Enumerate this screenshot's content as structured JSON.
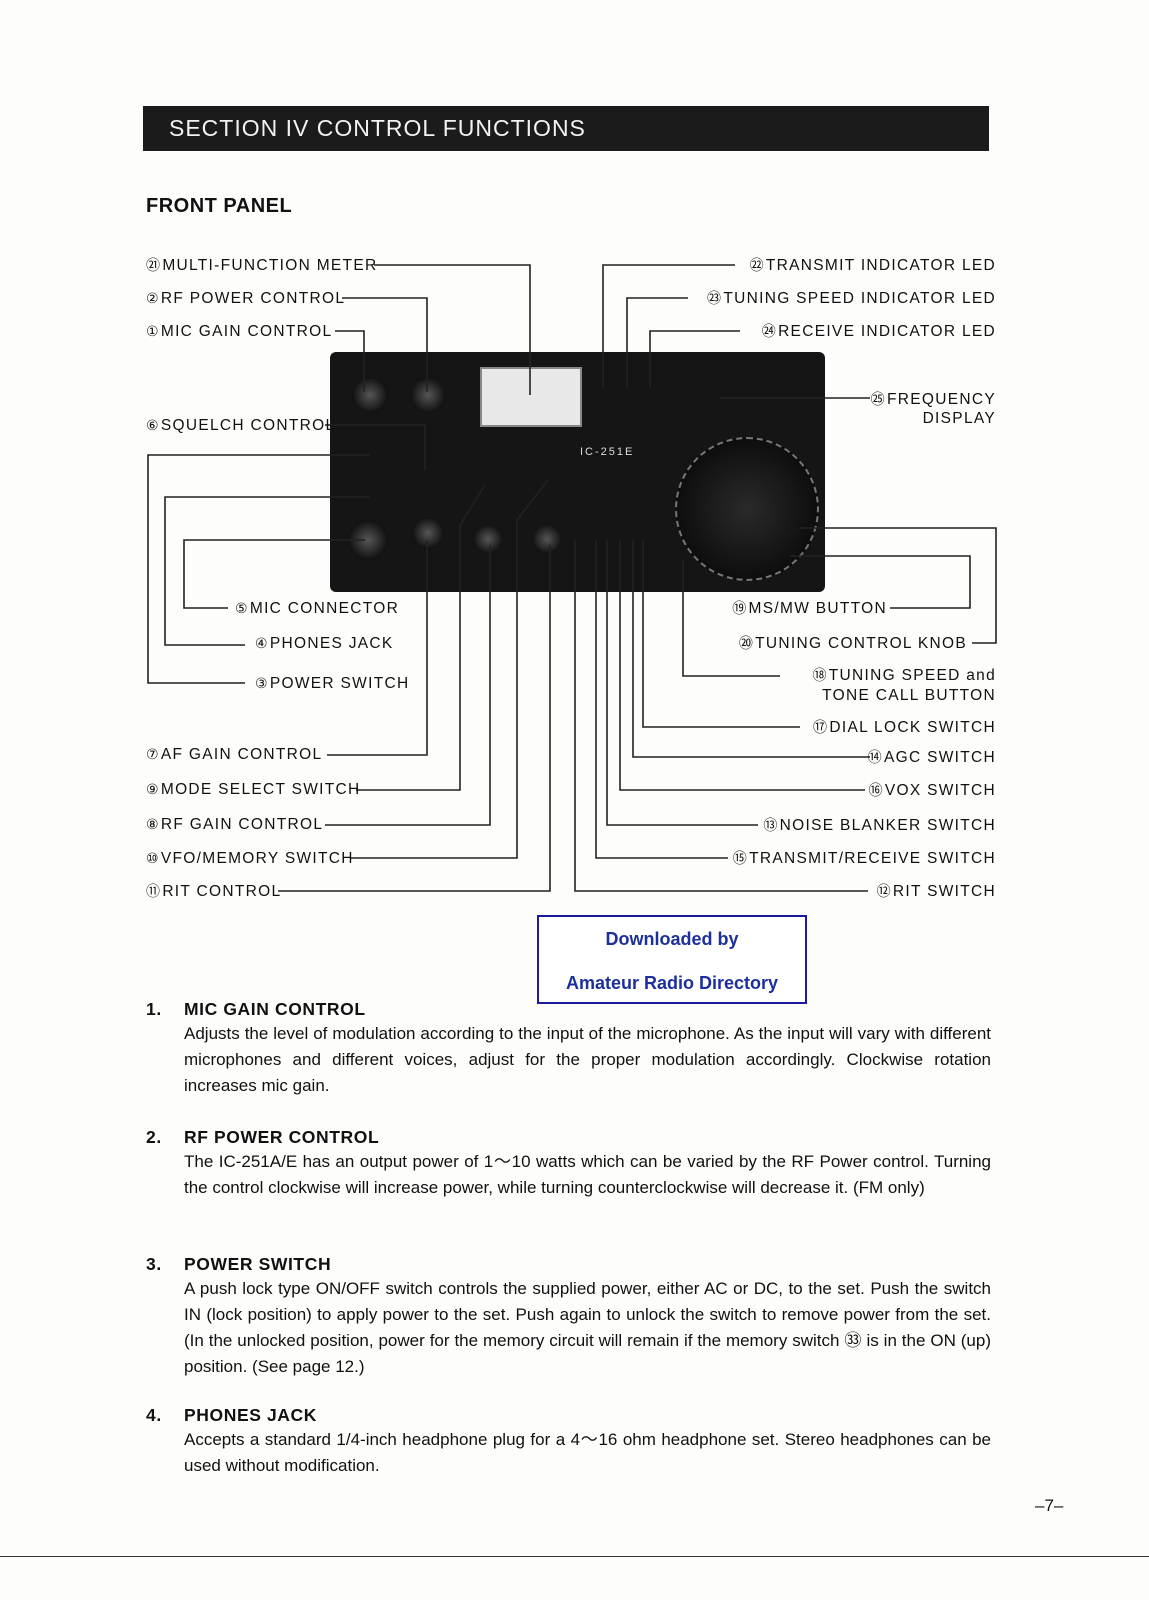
{
  "section_banner": "SECTION  IV  CONTROL  FUNCTIONS",
  "subheading": "FRONT  PANEL",
  "labels": {
    "l21": {
      "num": "㉑",
      "text": "MULTI-FUNCTION  METER"
    },
    "l2": {
      "num": "②",
      "text": "RF  POWER  CONTROL"
    },
    "l1": {
      "num": "①",
      "text": "MIC  GAIN  CONTROL"
    },
    "l6": {
      "num": "⑥",
      "text": "SQUELCH  CONTROL"
    },
    "l22": {
      "num": "㉒",
      "text": "TRANSMIT  INDICATOR  LED"
    },
    "l23": {
      "num": "㉓",
      "text": "TUNING  SPEED  INDICATOR  LED"
    },
    "l24": {
      "num": "㉔",
      "text": "RECEIVE  INDICATOR  LED"
    },
    "l25a": {
      "num": "㉕",
      "text": "FREQUENCY"
    },
    "l25b": "DISPLAY",
    "l5": {
      "num": "⑤",
      "text": "MIC  CONNECTOR"
    },
    "l4": {
      "num": "④",
      "text": "PHONES  JACK"
    },
    "l3": {
      "num": "③",
      "text": "POWER  SWITCH"
    },
    "l19": {
      "num": "⑲",
      "text": "MS/MW  BUTTON"
    },
    "l20": {
      "num": "⑳",
      "text": "TUNING  CONTROL  KNOB"
    },
    "l18a": {
      "num": "⑱",
      "text": "TUNING  SPEED and"
    },
    "l18b": "TONE  CALL  BUTTON",
    "l17": {
      "num": "⑰",
      "text": "DIAL  LOCK  SWITCH"
    },
    "l14": {
      "num": "⑭",
      "text": "AGC  SWITCH"
    },
    "l16": {
      "num": "⑯",
      "text": "VOX  SWITCH"
    },
    "l13": {
      "num": "⑬",
      "text": "NOISE  BLANKER  SWITCH"
    },
    "l15": {
      "num": "⑮",
      "text": "TRANSMIT/RECEIVE  SWITCH"
    },
    "l12": {
      "num": "⑫",
      "text": "RIT  SWITCH"
    },
    "l7": {
      "num": "⑦",
      "text": "AF  GAIN  CONTROL"
    },
    "l9": {
      "num": "⑨",
      "text": "MODE  SELECT  SWITCH"
    },
    "l8": {
      "num": "⑧",
      "text": "RF  GAIN  CONTROL"
    },
    "l10": {
      "num": "⑩",
      "text": "VFO/MEMORY  SWITCH"
    },
    "l11": {
      "num": "⑪",
      "text": "RIT  CONTROL"
    }
  },
  "photo": {
    "model": "IC-251E"
  },
  "stamp": {
    "line1": "Downloaded by",
    "line2": "Amateur Radio Directory"
  },
  "sections": [
    {
      "num": "1.",
      "title": "MIC  GAIN  CONTROL",
      "body": "Adjusts the level of modulation according to the input of the microphone.  As the input will vary with different microphones and different voices, adjust for the proper modulation accordingly.  Clockwise rotation increases mic gain."
    },
    {
      "num": "2.",
      "title": "RF  POWER  CONTROL",
      "body": "The IC-251A/E has an output power of 1～10 watts which can be varied by the RF Power control.  Turning the control clockwise will increase power, while turning counterclockwise will decrease it.  (FM only)"
    },
    {
      "num": "3.",
      "title": "POWER  SWITCH",
      "body": "A push lock type ON/OFF switch controls the supplied power, either AC or DC, to the set. Push the switch IN (lock position) to apply power to the set.  Push again to unlock the switch to remove power from the set.  (In the unlocked position, power for the memory circuit will remain if the memory switch ㉝ is in the ON (up) position.  (See page 12.)"
    },
    {
      "num": "4.",
      "title": "PHONES  JACK",
      "body": "Accepts a standard 1/4-inch headphone plug for a 4～16 ohm headphone set.  Stereo headphones can be used without modification."
    }
  ],
  "page_number": "–7–"
}
